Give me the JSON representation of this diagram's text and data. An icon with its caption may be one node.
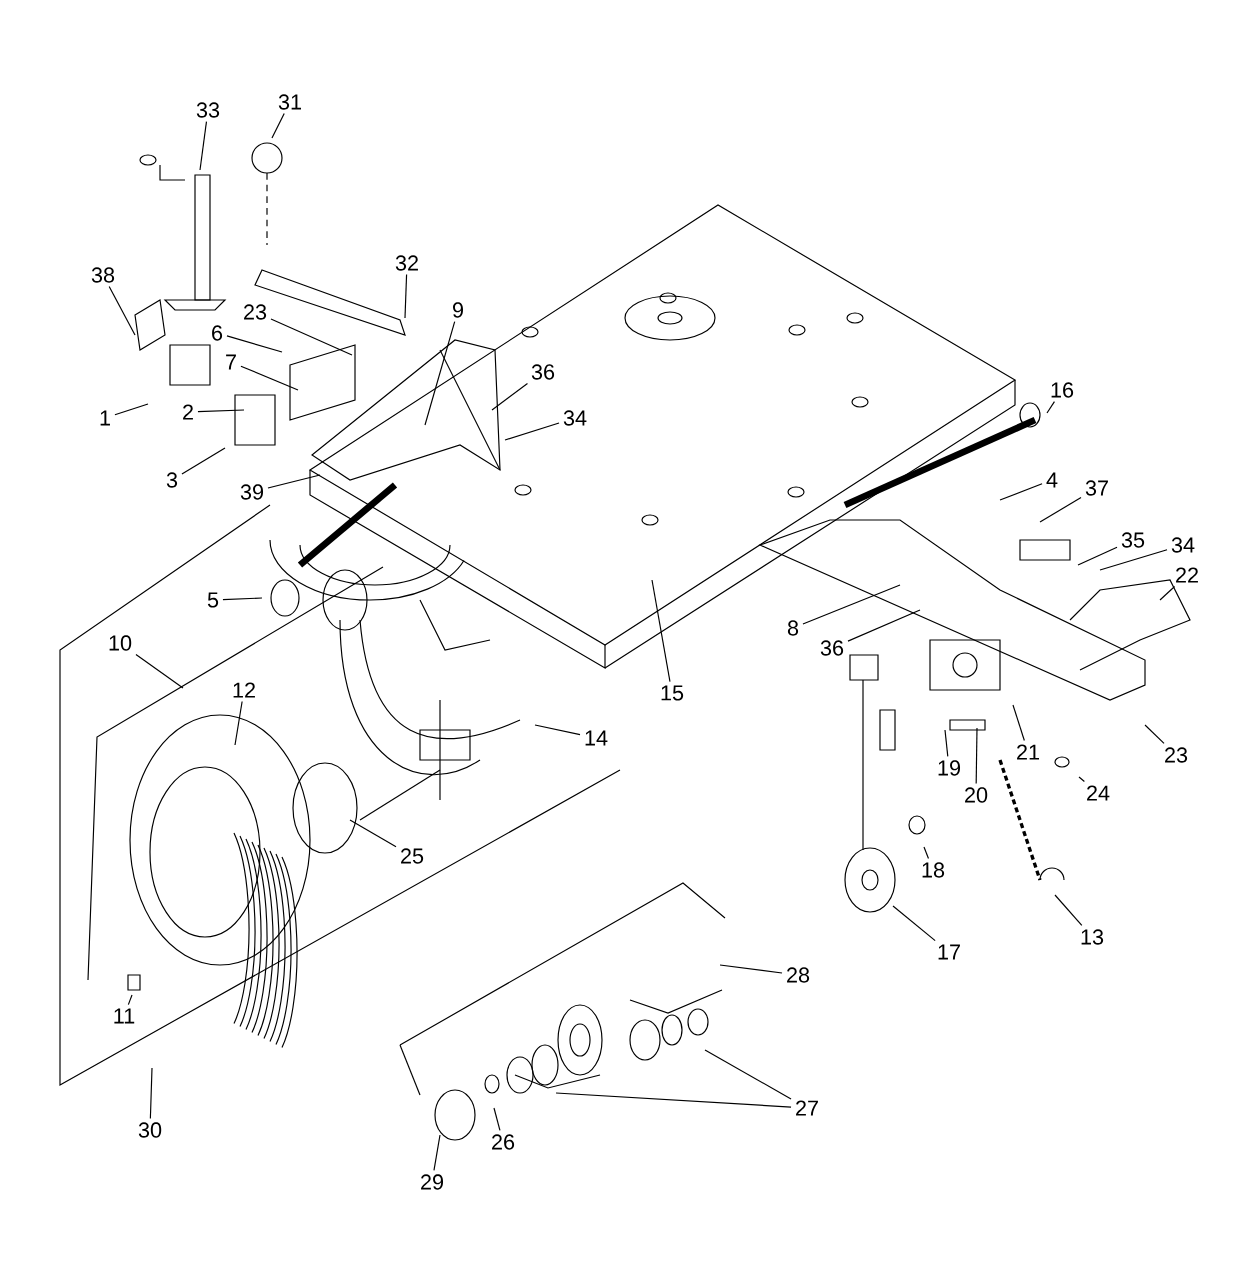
{
  "diagram": {
    "nodes": [
      {
        "text": [
          "33"
        ]
      },
      {
        "text": [
          "31"
        ]
      },
      {
        "text": [
          "38"
        ]
      },
      {
        "text": [
          "32"
        ]
      },
      {
        "text": [
          "23"
        ]
      },
      {
        "text": [
          "9"
        ]
      },
      {
        "text": [
          "6"
        ]
      },
      {
        "text": [
          "7"
        ]
      },
      {
        "text": [
          "36"
        ]
      },
      {
        "text": [
          "34"
        ]
      },
      {
        "text": [
          "16"
        ]
      },
      {
        "text": [
          "1"
        ]
      },
      {
        "text": [
          "2"
        ]
      },
      {
        "text": [
          "3"
        ]
      },
      {
        "text": [
          "4"
        ]
      },
      {
        "text": [
          "39"
        ]
      },
      {
        "text": [
          "37"
        ]
      },
      {
        "text": [
          "35"
        ]
      },
      {
        "text": [
          "34"
        ]
      },
      {
        "text": [
          "22"
        ]
      },
      {
        "text": [
          "5"
        ]
      },
      {
        "text": [
          "8"
        ]
      },
      {
        "text": [
          "36"
        ]
      },
      {
        "text": [
          "10"
        ]
      },
      {
        "text": [
          "15"
        ]
      },
      {
        "text": [
          "12"
        ]
      },
      {
        "text": [
          "14"
        ]
      },
      {
        "text": [
          "21"
        ]
      },
      {
        "text": [
          "19"
        ]
      },
      {
        "text": [
          "23"
        ]
      },
      {
        "text": [
          "20"
        ]
      },
      {
        "text": [
          "24"
        ]
      },
      {
        "text": [
          "25"
        ]
      },
      {
        "text": [
          "18"
        ]
      },
      {
        "text": [
          "17"
        ]
      },
      {
        "text": [
          "13"
        ]
      },
      {
        "text": [
          "28"
        ]
      },
      {
        "text": [
          "11"
        ]
      },
      {
        "text": [
          "27"
        ]
      },
      {
        "text": [
          "30"
        ]
      },
      {
        "text": [
          "29"
        ]
      },
      {
        "text": [
          "26"
        ]
      }
    ],
    "edges": [
      {
        "from": 0,
        "to": null,
        "arrow": "none"
      },
      {
        "from": 1,
        "to": null,
        "arrow": "none"
      },
      {
        "from": 2,
        "to": null,
        "arrow": "none"
      },
      {
        "from": 3,
        "to": null,
        "arrow": "none"
      },
      {
        "from": 4,
        "to": null,
        "arrow": "none"
      },
      {
        "from": 5,
        "to": null,
        "arrow": "none"
      },
      {
        "from": 6,
        "to": null,
        "arrow": "none"
      },
      {
        "from": 7,
        "to": null,
        "arrow": "none"
      },
      {
        "from": 8,
        "to": null,
        "arrow": "none"
      },
      {
        "from": 9,
        "to": null,
        "arrow": "none"
      },
      {
        "from": 10,
        "to": null,
        "arrow": "none"
      },
      {
        "from": 11,
        "to": null,
        "arrow": "none"
      },
      {
        "from": 12,
        "to": null,
        "arrow": "none"
      },
      {
        "from": 13,
        "to": null,
        "arrow": "none"
      },
      {
        "from": 14,
        "to": null,
        "arrow": "none"
      },
      {
        "from": 15,
        "to": null,
        "arrow": "none"
      },
      {
        "from": 16,
        "to": null,
        "arrow": "none"
      },
      {
        "from": 17,
        "to": null,
        "arrow": "none"
      },
      {
        "from": 18,
        "to": null,
        "arrow": "none"
      },
      {
        "from": 19,
        "to": null,
        "arrow": "none"
      },
      {
        "from": 20,
        "to": null,
        "arrow": "none"
      },
      {
        "from": 21,
        "to": null,
        "arrow": "none"
      },
      {
        "from": 22,
        "to": null,
        "arrow": "none"
      },
      {
        "from": 23,
        "to": null,
        "arrow": "none"
      },
      {
        "from": 24,
        "to": null,
        "arrow": "none"
      },
      {
        "from": 25,
        "to": null,
        "arrow": "none"
      },
      {
        "from": 26,
        "to": null,
        "arrow": "none"
      },
      {
        "from": 27,
        "to": null,
        "arrow": "none"
      },
      {
        "from": 28,
        "to": null,
        "arrow": "none"
      },
      {
        "from": 29,
        "to": null,
        "arrow": "none"
      },
      {
        "from": 30,
        "to": null,
        "arrow": "none"
      },
      {
        "from": 31,
        "to": null,
        "arrow": "none"
      },
      {
        "from": 32,
        "to": null,
        "arrow": "none"
      },
      {
        "from": 33,
        "to": null,
        "arrow": "none"
      },
      {
        "from": 34,
        "to": null,
        "arrow": "none"
      },
      {
        "from": 35,
        "to": null,
        "arrow": "none"
      },
      {
        "from": 36,
        "to": null,
        "arrow": "none"
      },
      {
        "from": 37,
        "to": null,
        "arrow": "none"
      },
      {
        "from": 38,
        "to": null,
        "arrow": "none"
      },
      {
        "from": 38,
        "to": null,
        "arrow": "none"
      },
      {
        "from": 39,
        "to": null,
        "arrow": "none"
      },
      {
        "from": 40,
        "to": null,
        "arrow": "none"
      },
      {
        "from": 41,
        "to": null,
        "arrow": "none"
      }
    ]
  }
}
